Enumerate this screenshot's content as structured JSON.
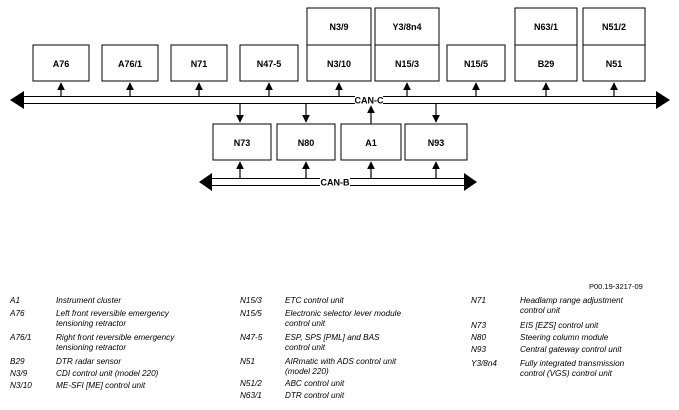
{
  "diagram": {
    "modules": {
      "a76": "A76",
      "a76_1": "A76/1",
      "n71": "N71",
      "n47_5": "N47-5",
      "n3_9": "N3/9",
      "n3_10": "N3/10",
      "y3_8n4": "Y3/8n4",
      "n15_3": "N15/3",
      "n15_5": "N15/5",
      "n63_1": "N63/1",
      "b29": "B29",
      "n51_2": "N51/2",
      "n51": "N51",
      "n73": "N73",
      "n80": "N80",
      "a1": "A1",
      "n93": "N93"
    },
    "buses": {
      "can_c": "CAN-C",
      "can_b": "CAN-B"
    },
    "reference": "P00.19-3217-09"
  },
  "legend": [
    {
      "code": "A1",
      "desc": "Instrument cluster"
    },
    {
      "code": "A76",
      "desc": "Left front reversible emergency\ntensioning retractor"
    },
    {
      "code": "A76/1",
      "desc": "Right front reversible emergency\ntensioning retractor"
    },
    {
      "code": "B29",
      "desc": "DTR radar sensor"
    },
    {
      "code": "N3/9",
      "desc": "CDI control unit (model 220)"
    },
    {
      "code": "N3/10",
      "desc": "ME-SFI [ME] control unit"
    },
    {
      "code": "N15/3",
      "desc": "ETC control unit"
    },
    {
      "code": "N15/5",
      "desc": "Electronic selector lever module\ncontrol unit"
    },
    {
      "code": "N47-5",
      "desc": "ESP, SPS [PML] and BAS\ncontrol unit"
    },
    {
      "code": "N51",
      "desc": "AIRmatic with ADS control unit\n(model 220)"
    },
    {
      "code": "N51/2",
      "desc": "ABC control unit"
    },
    {
      "code": "N63/1",
      "desc": "DTR control unit"
    },
    {
      "code": "N71",
      "desc": "Headlamp range adjustment\ncontrol unit"
    },
    {
      "code": "N73",
      "desc": "EIS [EZS] control unit"
    },
    {
      "code": "N80",
      "desc": "Steering column module"
    },
    {
      "code": "N93",
      "desc": "Central gateway control unit"
    },
    {
      "code": "Y3/8n4",
      "desc": "Fully integrated transmission\ncontrol (VGS) control unit"
    }
  ]
}
